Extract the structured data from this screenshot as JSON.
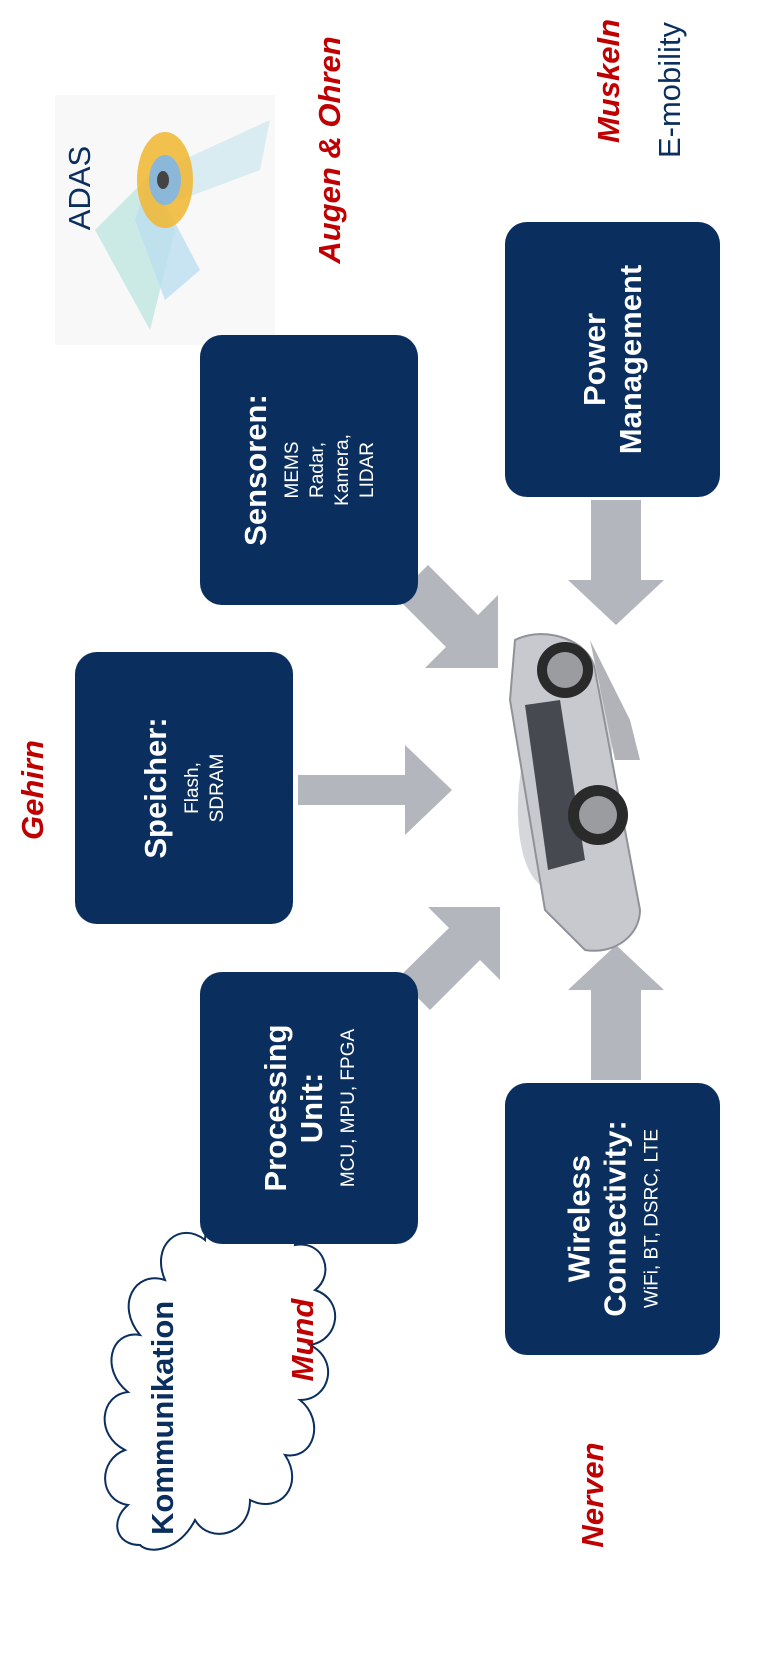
{
  "labels": {
    "augen": "Augen & Ohren",
    "muskeln": "Muskeln",
    "emobility": "E-mobility",
    "adas": "ADAS",
    "gehirn": "Gehirn",
    "mund": "Mund",
    "nerven": "Nerven",
    "kommunikation": "Kommunikation"
  },
  "boxes": {
    "processing": {
      "title1": "Processing",
      "title2": "Unit:",
      "sub1": "MCU, MPU, FPGA"
    },
    "speicher": {
      "title1": "Speicher:",
      "sub1": "Flash,",
      "sub2": "SDRAM"
    },
    "sensoren": {
      "title1": "Sensoren:",
      "sub1": "MEMS",
      "sub2": "Radar,",
      "sub3": "Kamera,",
      "sub4": "LIDAR"
    },
    "power": {
      "title1": "Power",
      "title2": "Management"
    },
    "wireless": {
      "title1": "Wireless",
      "title2": "Connectivity:",
      "sub1": "WiFi, BT, DSRC, LTE"
    }
  },
  "colors": {
    "box": "#0a2f5e",
    "accent_red": "#c00000",
    "arrow": "#b4b6bd"
  },
  "icons": {
    "car": "sports-car-image",
    "adas": "adas-sensor-coverage-image",
    "cloud": "cloud-icon"
  }
}
